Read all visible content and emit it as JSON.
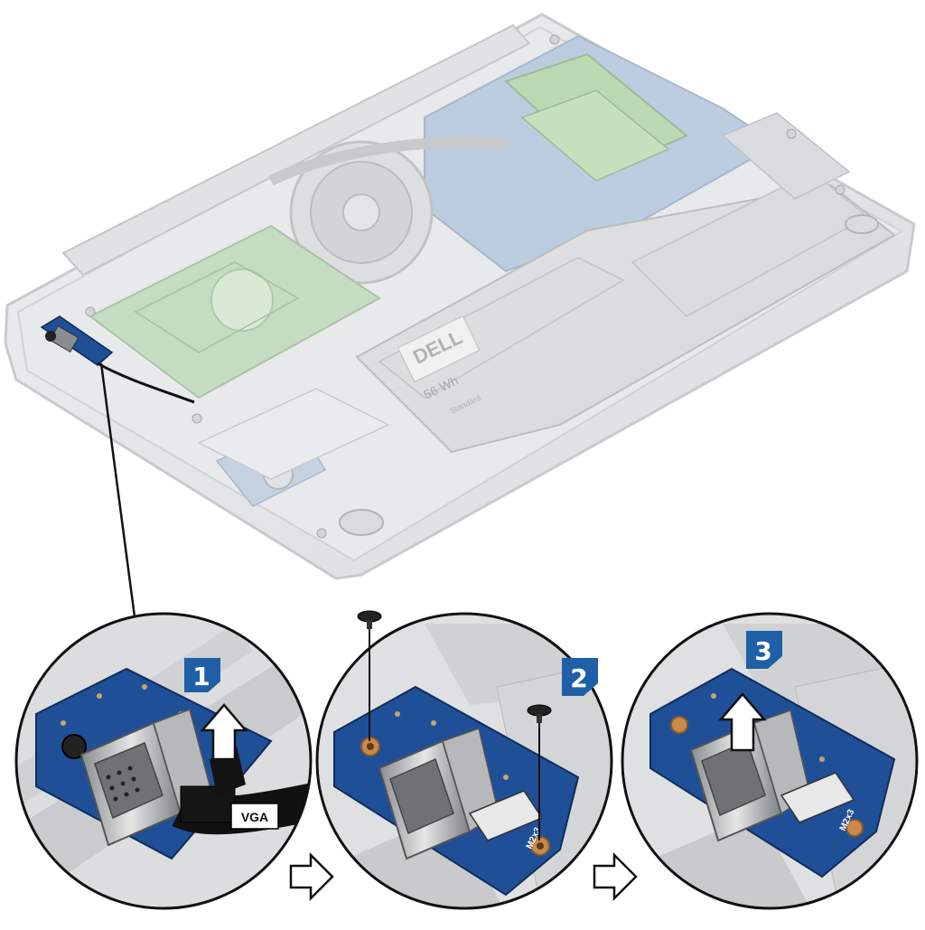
{
  "steps": [
    {
      "number": "1",
      "action": "disconnect-cable",
      "cable_label": "VGA"
    },
    {
      "number": "2",
      "action": "remove-screws",
      "screw_label": "M2x3"
    },
    {
      "number": "3",
      "action": "lift-board",
      "screw_label": "M2x3"
    }
  ],
  "laptop": {
    "battery_brand": "DELL",
    "battery_capacity": "56 Wh",
    "battery_subtitle": "Standard"
  },
  "colors": {
    "step_badge": "#1f5fa8",
    "circuit_board": "#1c4f9c",
    "chassis": "#d6d9dc",
    "outline": "#1a1a1a",
    "copper_pad": "#c98a4b"
  },
  "icons": [
    "arrow-right-icon",
    "arrow-up-icon",
    "screw-icon"
  ]
}
